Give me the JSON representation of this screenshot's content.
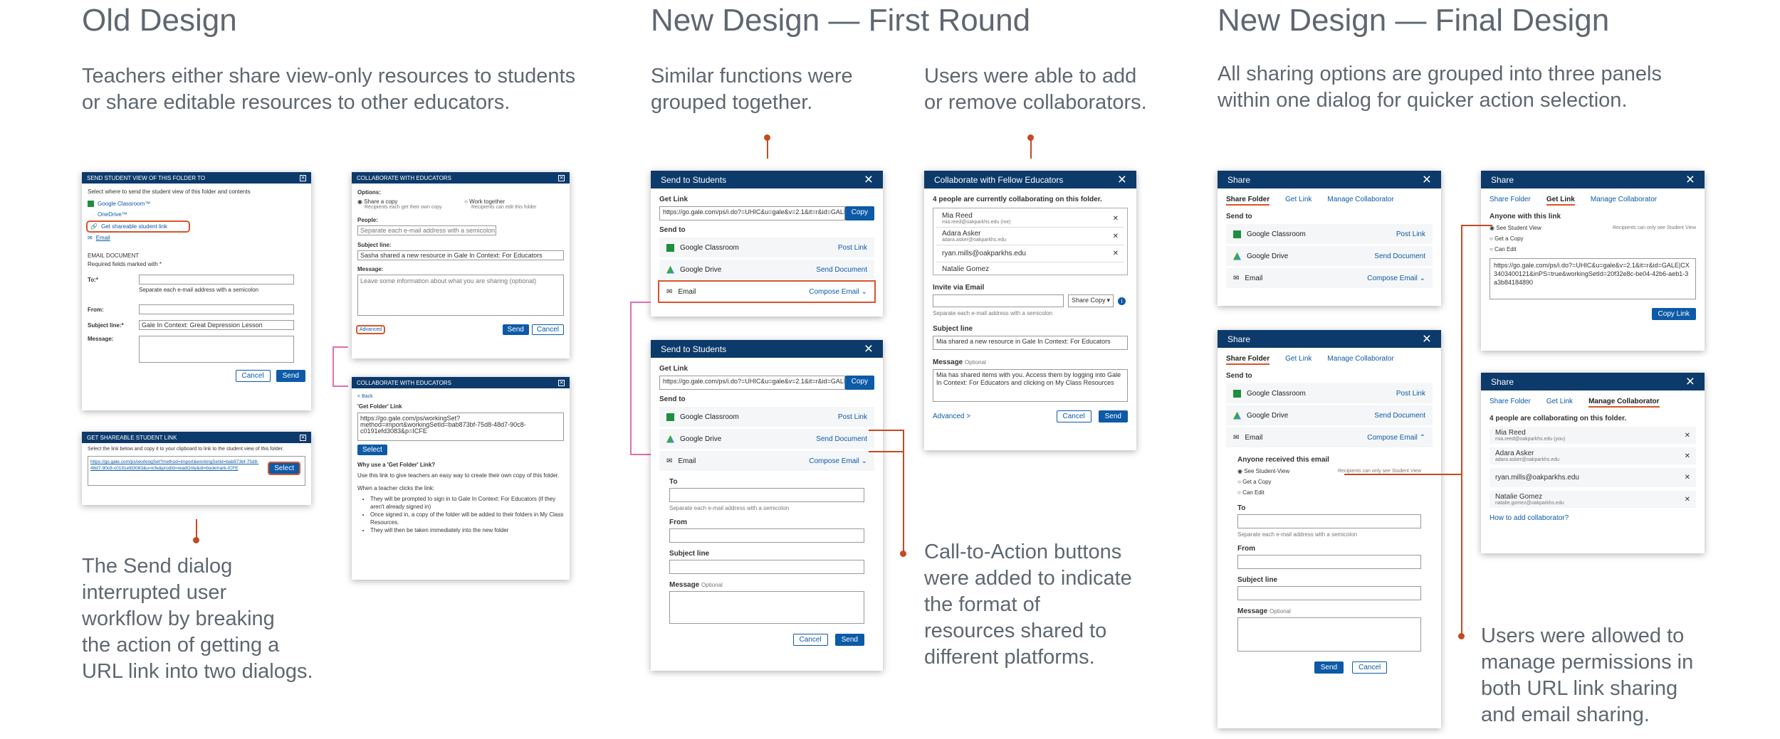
{
  "columns": {
    "old": {
      "heading": "Old Design",
      "desc_1": "Teachers either share view-only resources to students",
      "desc_2": "or share editable resources to other educators.",
      "anno": [
        "The Send dialog",
        "interrupted user",
        "workflow by breaking",
        "the action of getting a",
        "URL link into two dialogs."
      ]
    },
    "first": {
      "heading": "New Design — First Round",
      "desc_left": [
        "Similar functions were",
        "grouped together."
      ],
      "desc_right": [
        "Users were able to add",
        "or remove collaborators."
      ],
      "anno": [
        "Call-to-Action buttons",
        "were added to indicate",
        "the format of",
        "resources shared to",
        "different platforms."
      ]
    },
    "final": {
      "heading": "New Design — Final Design",
      "desc_1": "All sharing options are grouped into three panels",
      "desc_2": "within one dialog for quicker action selection.",
      "anno": [
        "Users were allowed to",
        "manage permissions in",
        "both URL link sharing",
        "and email sharing."
      ]
    }
  },
  "old_send": {
    "title": "SEND STUDENT VIEW OF THIS FOLDER TO",
    "intro": "Select where to send the student view of this folder and contents",
    "opt1": "Google Classroom™",
    "opt2": "OneDrive™",
    "opt3": "Get shareable student link",
    "opt4": "Email",
    "section": "EMAIL DOCUMENT",
    "required": "Required fields marked with *",
    "to": "To:*",
    "to_hint": "Separate each e-mail address with a semicolon",
    "from": "From:",
    "subject": "Subject line:*",
    "subject_val": "Gale In Context: Great Depression Lesson",
    "message": "Message:",
    "cancel": "Cancel",
    "send": "Send"
  },
  "old_link": {
    "title": "GET SHAREABLE STUDENT LINK",
    "intro": "Select the link below and copy it to your clipboard to link to the student view of this folder.",
    "url": "https://go.gale.com/ps/workingSet?method=import&workingSetId=bab873bf-75d8-48d7-90c8-c0191efd3083&u=icfe&prodId=readOnly&id=bookmark-ICFE",
    "select": "Select"
  },
  "old_collab": {
    "title": "COLLABORATE WITH EDUCATORS",
    "options": "Options:",
    "opt_a": "Share a copy",
    "opt_a_hint": "Recipients each get their own copy",
    "opt_b": "Work together",
    "opt_b_hint": "Recipients can edit this folder",
    "people": "People:",
    "people_ph": "Separate each e-mail address with a semicolon",
    "subject": "Subject line:",
    "subject_val": "Sasha shared a new resource in Gale In Context: For Educators",
    "message": "Message:",
    "message_ph": "Leave some information about what you are sharing (optional)",
    "advanced": "Advanced",
    "send": "Send",
    "cancel": "Cancel"
  },
  "old_collab2": {
    "title": "COLLABORATE WITH EDUCATORS",
    "back": "< Back",
    "link_label": "'Get Folder' Link",
    "url": "https://go.gale.com/ps/workingSet?method=import&workingSetId=bab873bf-75d8-48d7-90c8-c0191efd3083&p=ICFE",
    "select": "Select",
    "why": "Why use a 'Get Folder' Link?",
    "why_text": "Use this link to give teachers an easy way to create their own copy of this folder.",
    "when": "When a teacher clicks the link:",
    "bullets": [
      "They will be prompted to sign in to Gale In Context: For Educators (if they aren't already signed in)",
      "Once signed in, a copy of the folder will be added to their folders in My Class Resources.",
      "They will then be taken immediately into the new folder"
    ]
  },
  "fr_send1": {
    "title": "Send to Students",
    "get_link": "Get Link",
    "url": "https://go.gale.com/ps/i.do?=UHIC&u=gale&v=2.1&it=r&id=GALE",
    "copy": "Copy",
    "send_to": "Send to",
    "gc": "Google Classroom",
    "gc_cta": "Post Link",
    "gd": "Google Drive",
    "gd_cta": "Send Document",
    "em": "Email",
    "em_cta": "Compose Email"
  },
  "fr_send2": {
    "title": "Send to Students",
    "get_link": "Get Link",
    "url": "https://go.gale.com/ps/i.do?=UHIC&u=gale&v=2.1&it=r&id=GALE",
    "copy": "Copy",
    "send_to": "Send to",
    "gc": "Google Classroom",
    "gc_cta": "Post Link",
    "gd": "Google Drive",
    "gd_cta": "Send Document",
    "em": "Email",
    "em_cta": "Compose Email",
    "to": "To",
    "to_hint": "Separate each e-mail address with a semicolon",
    "from": "From",
    "subject": "Subject line",
    "message": "Message",
    "optional": "Optional",
    "cancel": "Cancel",
    "send": "Send"
  },
  "fr_collab": {
    "title": "Collaborate with Fellow Educators",
    "count": "4 people are currently collaborating on this folder.",
    "people": [
      {
        "name": "Mia Reed",
        "email": "mia.reed@oakparkhs.edu (me)"
      },
      {
        "name": "Adara Asker",
        "email": "adara.asker@oakparkhs.edu"
      },
      {
        "name": "ryan.mills@oakparkhs.edu",
        "email": ""
      },
      {
        "name": "Natalie Gomez",
        "email": ""
      }
    ],
    "invite": "Invite via Email",
    "share_copy": "Share Copy",
    "invite_hint": "Separate each e-mail address with a semicolon",
    "subject": "Subject line",
    "subject_val": "Mia shared a new resource in Gale In Context: For Educators",
    "message": "Message",
    "optional": "Optional",
    "message_val": "Mia has shared items with you. Access them by logging into Gale In Context: For Educators and clicking on My Class Resources",
    "advanced": "Advanced >",
    "cancel": "Cancel",
    "send": "Send"
  },
  "fin_share1": {
    "title": "Share",
    "tab1": "Share Folder",
    "tab2": "Get Link",
    "tab3": "Manage Collaborator",
    "send_to": "Send to",
    "gc": "Google Classroom",
    "gc_cta": "Post Link",
    "gd": "Google Drive",
    "gd_cta": "Send Document",
    "em": "Email",
    "em_cta": "Compose Email"
  },
  "fin_share2": {
    "title": "Share",
    "tab1": "Share Folder",
    "tab2": "Get Link",
    "tab3": "Manage Collaborator",
    "send_to": "Send to",
    "gc": "Google Classroom",
    "gc_cta": "Post Link",
    "gd": "Google Drive",
    "gd_cta": "Send Document",
    "em": "Email",
    "em_cta": "Compose Email",
    "anyone": "Anyone received this email",
    "r1": "See Student-View",
    "r1_hint": "Recipients can only see Student View",
    "r2": "Get a Copy",
    "r3": "Can Edit",
    "to": "To",
    "to_hint": "Separate each e-mail address with a semicolon",
    "from": "From",
    "subject": "Subject line",
    "message": "Message",
    "optional": "Optional",
    "send": "Send",
    "cancel": "Cancel"
  },
  "fin_link": {
    "title": "Share",
    "tab1": "Share Folder",
    "tab2": "Get Link",
    "tab3": "Manage Collaborator",
    "anyone": "Anyone with this link",
    "r1": "See Student View",
    "r1_hint": "Recipients can only see Student View",
    "r2": "Get a Copy",
    "r3": "Can Edit",
    "url": "https://go.gale.com/ps/i.do?=UHIC&u=gale&v=2.1&it=r&id=GALE|CX3403400121&inPS=true&workingSetId=20f32e8c-be04-42b6-aeb1-3a3b84184890",
    "copy": "Copy Link"
  },
  "fin_manage": {
    "title": "Share",
    "tab1": "Share Folder",
    "tab2": "Get Link",
    "tab3": "Manage Collaborator",
    "count": "4 people are collaborating on this folder.",
    "people": [
      {
        "name": "Mia Reed",
        "email": "mia.reed@oakparkhs.edu (you)"
      },
      {
        "name": "Adara Asker",
        "email": "adara.asker@oakparkhs.edu"
      },
      {
        "name": "ryan.mills@oakparkhs.edu",
        "email": ""
      },
      {
        "name": "Natalie Gomez",
        "email": "natalie.gomez@oakparkhs.edu"
      }
    ],
    "how": "How to add collaborator?"
  },
  "colors": {
    "navy": "#0c3a6b",
    "accent": "#c44a21",
    "link": "#0d5aa7",
    "text": "#5f6770"
  },
  "icons": [
    "close-icon",
    "google-classroom-icon",
    "google-drive-icon",
    "email-icon",
    "chevron-down-icon",
    "info-icon"
  ]
}
